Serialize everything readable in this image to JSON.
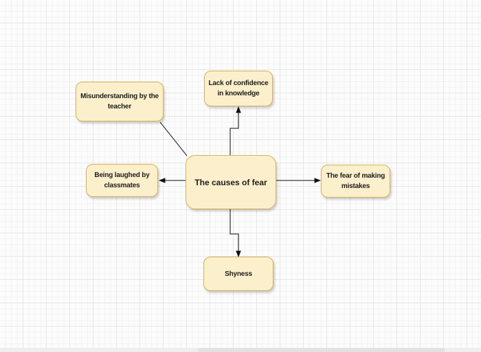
{
  "diagram": {
    "center": {
      "label": "The causes of fear"
    },
    "nodes": {
      "confidence": {
        "label": "Lack of confidence\nin knowledge"
      },
      "teacher": {
        "label": "Misunderstanding by the\nteacher"
      },
      "classmates": {
        "label": "Being laughed by\nclassmates"
      },
      "mistakes": {
        "label": "The fear of making\nmistakes"
      },
      "shyness": {
        "label": "Shyness"
      }
    },
    "colors": {
      "node_fill": "#fbf0cb",
      "node_border": "#d6b157",
      "node_text": "#1c1c1c",
      "connector": "#3d3d3d",
      "arrowhead": "#111111",
      "grid_minor": "#f4f2f2",
      "grid_major": "#e7e5e5",
      "canvas_background": "#fdfcfc"
    }
  }
}
